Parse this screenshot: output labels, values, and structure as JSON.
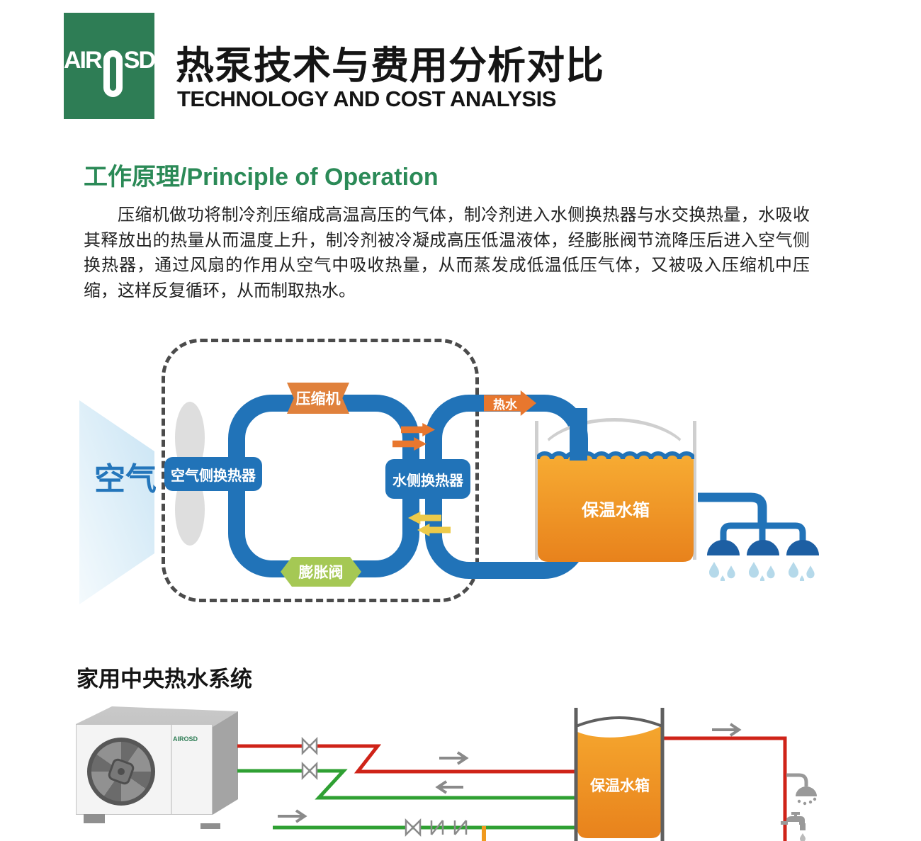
{
  "header": {
    "logo": {
      "air": "AIR",
      "sd": "SD"
    },
    "title_zh": "热泵技术与费用分析对比",
    "title_en": "TECHNOLOGY AND COST ANALYSIS"
  },
  "principle": {
    "heading": "工作原理/Principle of Operation",
    "paragraph": "压缩机做功将制冷剂压缩成高温高压的气体，制冷剂进入水侧换热器与水交换热量，水吸收其释放出的热量从而温度上升，制冷剂被冷凝成高压低温液体，经膨胀阀节流降压后进入空气侧换热器，通过风扇的作用从空气中吸收热量，从而蒸发成低温低压气体，又被吸入压缩机中压缩，这样反复循环，从而制取热水。"
  },
  "cycle": {
    "air_label": "空气",
    "compressor": "压缩机",
    "air_side_hx": "空气侧换热器",
    "water_side_hx": "水侧换热器",
    "expansion_valve": "膨胀阀",
    "hot_water": "热水",
    "tank_label": "保温水箱"
  },
  "home_system": {
    "heading": "家用中央热水系统",
    "unit_brand": "AIROSD",
    "tank_label": "保温水箱"
  },
  "colors": {
    "brand_green": "#2e7d55",
    "heading_green": "#2b8a57",
    "pipe_blue": "#2173b8",
    "label_orange": "#e0813c",
    "valve_green": "#a5c854",
    "arrow_yellow": "#ecca4a",
    "tank_orange": "#ee8c1f",
    "hot_pipe_red": "#cf2318",
    "cold_pipe_green": "#2fa033",
    "aux_pipe_orange": "#f09a1e"
  }
}
